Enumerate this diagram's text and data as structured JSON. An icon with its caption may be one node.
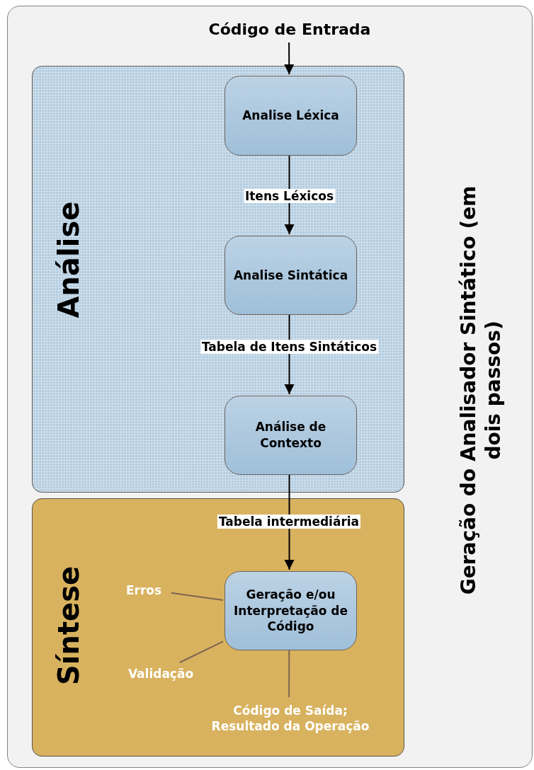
{
  "diagram": {
    "nodes": [
      {
        "text": [
          "Geração do Analisador Sintático (em dois passos)"
        ]
      },
      {
        "text": [
          "Análise"
        ],
        "in": 0
      },
      {
        "text": [
          "Síntese"
        ],
        "in": 0
      },
      {
        "text": [
          "Código de Entrada"
        ],
        "in": 0
      },
      {
        "text": [
          "Analise Léxica"
        ],
        "in": 1
      },
      {
        "text": [
          "Analise Sintática"
        ],
        "in": 1
      },
      {
        "text": [
          "Análise de Contexto"
        ],
        "in": 1
      },
      {
        "text": [
          "Geração e/ou Interpretação de Código"
        ],
        "in": 2
      },
      {
        "text": [
          "Erros"
        ],
        "in": 2
      },
      {
        "text": [
          "Validação"
        ],
        "in": 2
      },
      {
        "text": [
          "Código de Saída; Resultado da Operação"
        ],
        "in": 2
      }
    ],
    "edges": [
      {
        "from": 3,
        "to": 4,
        "arrow": "to"
      },
      {
        "from": 4,
        "to": 5,
        "arrow": "to",
        "label": "Itens Léxicos"
      },
      {
        "from": 5,
        "to": 6,
        "arrow": "to",
        "label": "Tabela de Itens Sintáticos"
      },
      {
        "from": 6,
        "to": 7,
        "arrow": "to",
        "label": "Tabela intermediária"
      },
      {
        "from": 7,
        "to": 8,
        "arrow": "none",
        "color": "#7d6552"
      },
      {
        "from": 7,
        "to": 9,
        "arrow": "none",
        "color": "#7d6552"
      },
      {
        "from": 7,
        "to": 10,
        "arrow": "none",
        "color": "#7d6552"
      }
    ]
  }
}
